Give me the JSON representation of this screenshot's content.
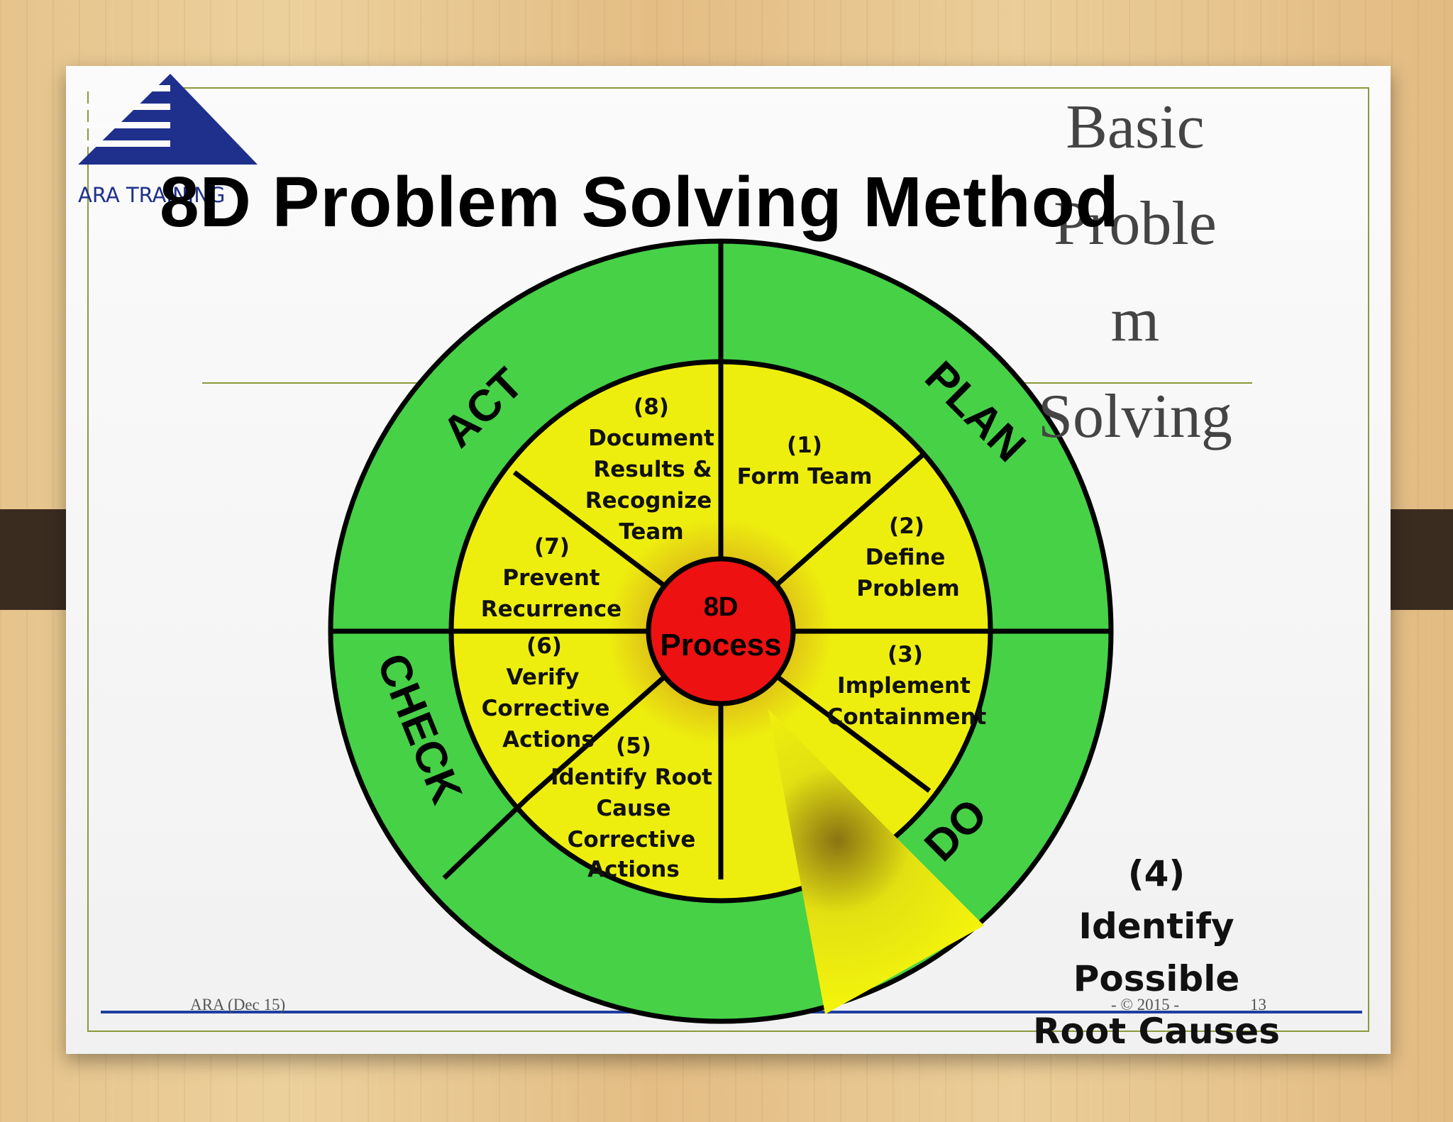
{
  "slide": {
    "title": "8D  Problem Solving Method",
    "background_title": "Basic\nProble\nm\nSolving",
    "logo_text": "ARA TRAINING",
    "footer_left": "ARA (Dec 15)",
    "footer_center": "- © 2015 -",
    "page_number": "13"
  },
  "diagram": {
    "center": [
      "8D",
      "Process"
    ],
    "phases": {
      "act": "ACT",
      "plan": "PLAN",
      "check": "CHECK",
      "do": "DO"
    },
    "steps": [
      {
        "num": "(1)",
        "lines": [
          "Form Team"
        ]
      },
      {
        "num": "(2)",
        "lines": [
          "Define",
          "Problem"
        ]
      },
      {
        "num": "(3)",
        "lines": [
          "Implement",
          "Containment"
        ]
      },
      {
        "num": "(4)",
        "lines": [
          "Identify Possible",
          "Root Causes"
        ]
      },
      {
        "num": "(5)",
        "lines": [
          "Identify Root",
          "Cause",
          "Corrective",
          "Actions"
        ]
      },
      {
        "num": "(6)",
        "lines": [
          "Verify",
          "Corrective",
          "Actions"
        ]
      },
      {
        "num": "(7)",
        "lines": [
          "Prevent",
          "Recurrence"
        ]
      },
      {
        "num": "(8)",
        "lines": [
          "Document",
          "Results &",
          "Recognize",
          "Team"
        ]
      }
    ],
    "colors": {
      "outer_ring": "#47d147",
      "inner_ring": "#eeee0e",
      "center": "#ee1111",
      "line": "#000000"
    }
  }
}
